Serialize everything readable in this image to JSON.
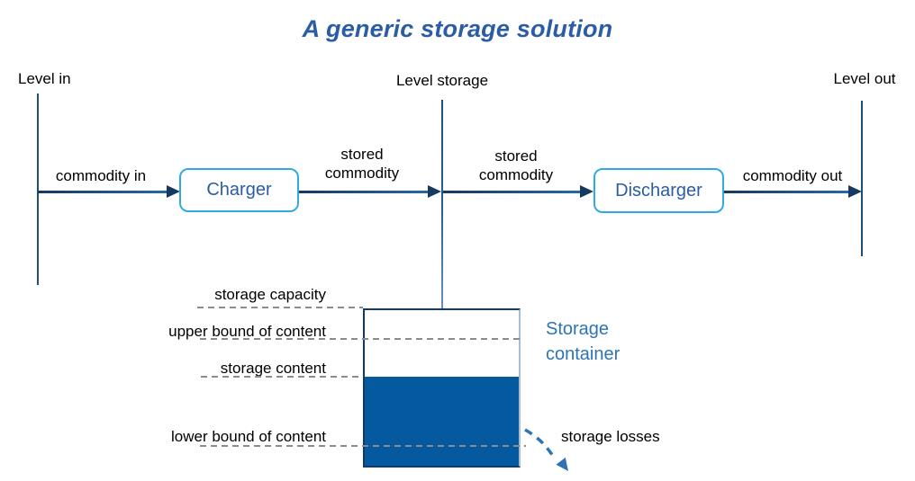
{
  "title": "A generic storage solution",
  "levels": {
    "in": "Level in",
    "storage": "Level storage",
    "out": "Level out"
  },
  "flow": {
    "commodity_in": "commodity in",
    "stored_commodity_left": "stored\ncommodity",
    "stored_commodity_right": "stored\ncommodity",
    "commodity_out": "commodity out"
  },
  "nodes": {
    "charger": "Charger",
    "discharger": "Discharger"
  },
  "storage": {
    "container_label": "Storage\ncontainer",
    "levels": [
      {
        "label": "storage capacity"
      },
      {
        "label": "upper bound of content"
      },
      {
        "label": "storage content"
      },
      {
        "label": "lower bound of content"
      }
    ],
    "losses_label": "storage losses"
  },
  "colors": {
    "title_blue": "#2B5DA6",
    "line_dark_blue": "#1F4E79",
    "arrowhead_blue": "#16395F",
    "node_border_cyan": "#2FABE1",
    "node_text_blue": "#2B5DA6",
    "container_border_navy": "#0E3B69",
    "container_fill_blue": "#05599F",
    "container_label_blue": "#2E74B5",
    "dashed_gray": "#8C8C8C",
    "losses_arrow_blue": "#2E74B5"
  }
}
